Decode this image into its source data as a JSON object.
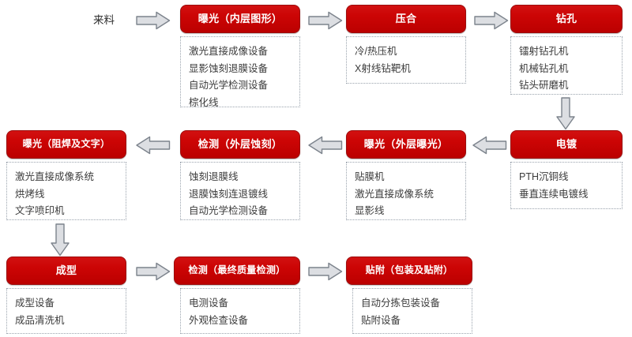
{
  "diagram": {
    "title": "PCB manufacturing process flow",
    "accent_color": "#CC0000",
    "arrow_fill": "#DCDEE2",
    "arrow_stroke": "#7C838C",
    "box_border_color": "#9AA3AD",
    "entry_label": "来料"
  },
  "steps": [
    {
      "id": "exposure-inner-layer",
      "title": "曝光（内层图形）",
      "equipment": [
        "激光直接成像设备",
        "显影蚀刻退膜设备",
        "自动光学检测设备",
        "棕化线"
      ]
    },
    {
      "id": "lamination",
      "title": "压合",
      "equipment": [
        "冷/热压机",
        "X射线钻靶机"
      ]
    },
    {
      "id": "drilling",
      "title": "钻孔",
      "equipment": [
        "镭射钻孔机",
        "机械钻孔机",
        "钻头研磨机"
      ]
    },
    {
      "id": "electroplating",
      "title": "电镀",
      "equipment": [
        "PTH沉铜线",
        "垂直连续电镀线"
      ]
    },
    {
      "id": "exposure-outer-layer",
      "title": "曝光（外层曝光）",
      "equipment": [
        "贴膜机",
        "激光直接成像系统",
        "显影线"
      ]
    },
    {
      "id": "inspection-outer-etch",
      "title": "检测（外层蚀刻）",
      "equipment": [
        "蚀刻退膜线",
        "退膜蚀刻连退镀线",
        "自动光学检测设备"
      ]
    },
    {
      "id": "exposure-solder-mask-legend",
      "title": "曝光（阻焊及文字）",
      "equipment": [
        "激光直接成像系统",
        "烘烤线",
        "文字喷印机"
      ]
    },
    {
      "id": "forming",
      "title": "成型",
      "equipment": [
        "成型设备",
        "成品清洗机"
      ]
    },
    {
      "id": "inspection-final-quality",
      "title": "检测（最终质量检测）",
      "equipment": [
        "电测设备",
        "外观检查设备"
      ]
    },
    {
      "id": "attachment-packaging",
      "title": "贴附（包装及贴附）",
      "equipment": [
        "自动分拣包装设备",
        "贴附设备"
      ]
    }
  ],
  "connectors": [
    {
      "id": "entry-to-exposure-inner",
      "direction": "right"
    },
    {
      "id": "exposure-inner-to-lamination",
      "direction": "right"
    },
    {
      "id": "lamination-to-drilling",
      "direction": "right"
    },
    {
      "id": "drilling-to-electroplating",
      "direction": "down"
    },
    {
      "id": "electroplating-to-exposure-outer",
      "direction": "left"
    },
    {
      "id": "exposure-outer-to-inspection-etch",
      "direction": "left"
    },
    {
      "id": "inspection-etch-to-exposure-solder",
      "direction": "left"
    },
    {
      "id": "exposure-solder-to-forming",
      "direction": "down"
    },
    {
      "id": "forming-to-final-inspection",
      "direction": "right"
    },
    {
      "id": "final-inspection-to-attachment",
      "direction": "right"
    }
  ]
}
